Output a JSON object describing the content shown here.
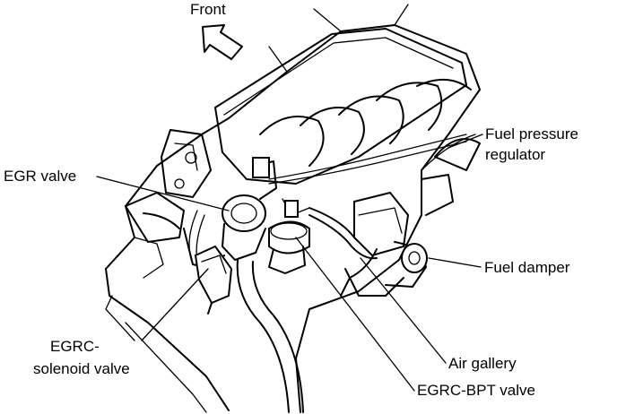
{
  "labels": {
    "front": "Front",
    "fuel_pressure_regulator": [
      "Fuel pressure",
      "regulator"
    ],
    "egr_valve": "EGR valve",
    "fuel_damper": "Fuel damper",
    "egrc_solenoid_valve": [
      "EGRC-",
      "solenoid valve"
    ],
    "air_gallery": "Air gallery",
    "egrc_bpt_valve": "EGRC-BPT valve"
  }
}
